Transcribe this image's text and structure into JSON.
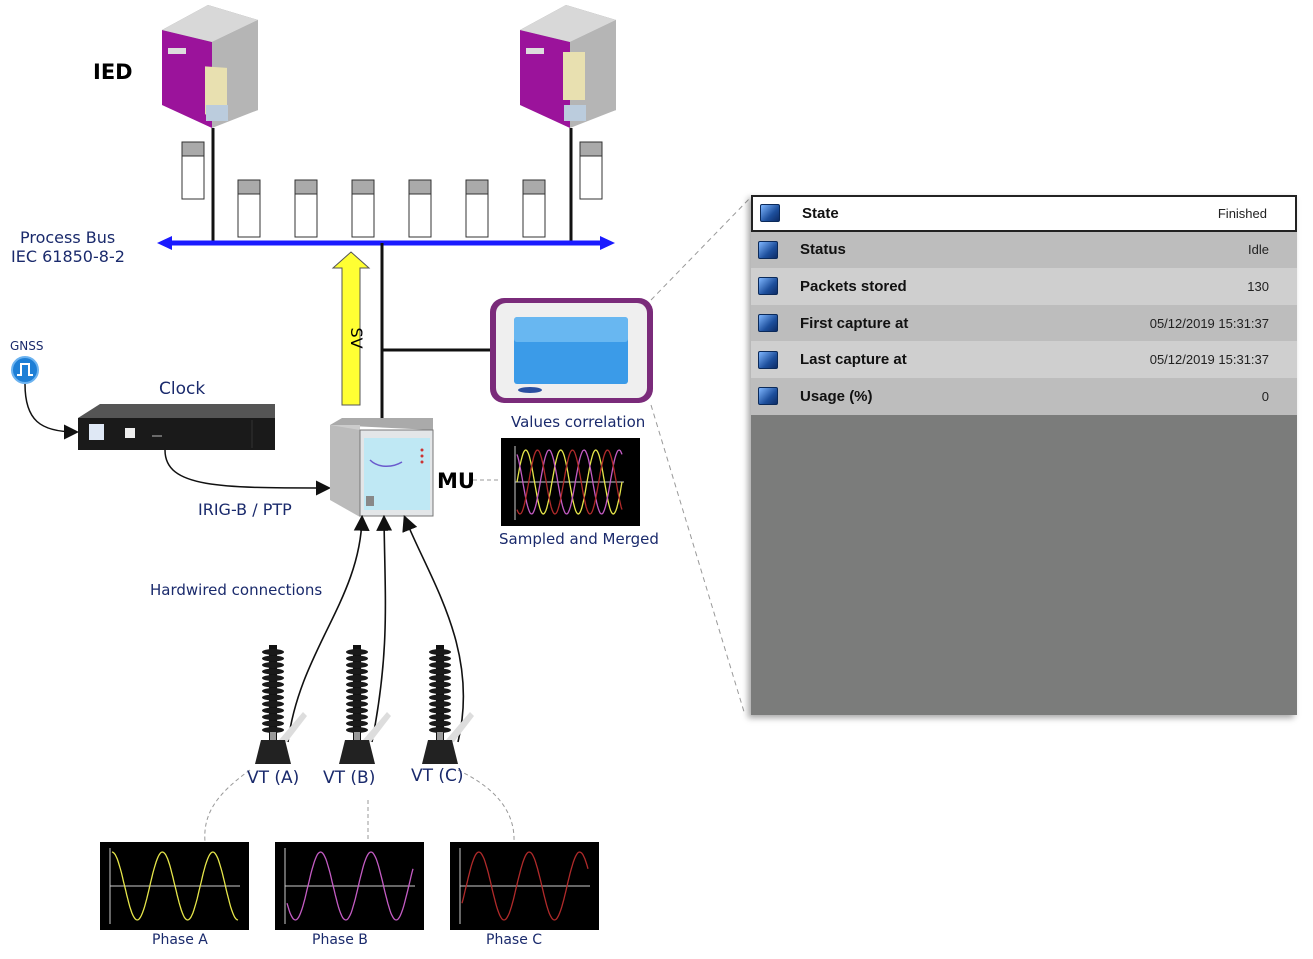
{
  "labels": {
    "ied": "IED",
    "process_bus_line1": "Process Bus",
    "process_bus_line2": "IEC 61850-8-2",
    "gnss": "GNSS",
    "clock": "Clock",
    "irig": "IRIG-B / PTP",
    "sv": "SV",
    "mu": "MU",
    "values_correlation": "Values correlation",
    "sampled_merged": "Sampled and Merged",
    "hardwired": "Hardwired connections",
    "vt_a": "VT (A)",
    "vt_b": "VT (B)",
    "vt_c": "VT (C)",
    "phase_a": "Phase A",
    "phase_b": "Phase B",
    "phase_c": "Phase C"
  },
  "panel": {
    "rows": [
      {
        "key": "State",
        "value": "Finished"
      },
      {
        "key": "Status",
        "value": "Idle"
      },
      {
        "key": "Packets stored",
        "value": "130"
      },
      {
        "key": "First capture at",
        "value": "05/12/2019 15:31:37"
      },
      {
        "key": "Last capture at",
        "value": "05/12/2019 15:31:37"
      },
      {
        "key": "Usage (%)",
        "value": "0"
      }
    ]
  },
  "colors": {
    "bus": "#1a1aff",
    "ied_face": "#9b139b",
    "sv_arrow": "#ffff33",
    "phase_a": "#e6e64a",
    "phase_b": "#c45cc4",
    "phase_c": "#b02a2a"
  }
}
